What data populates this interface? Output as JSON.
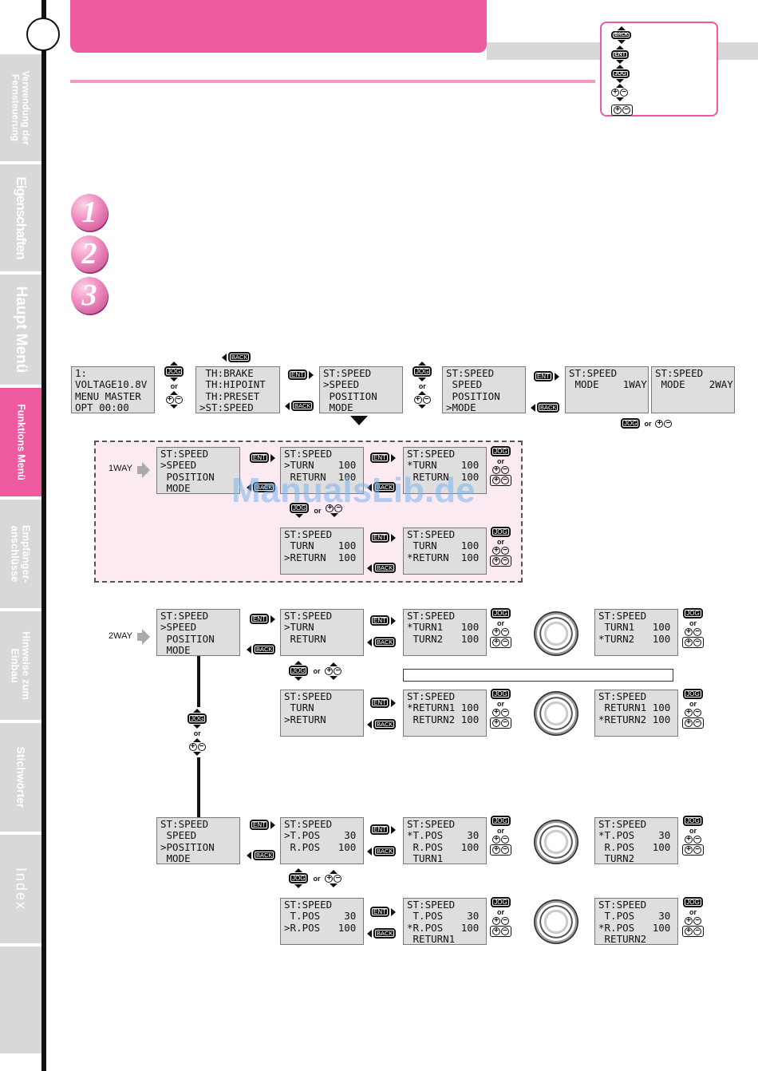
{
  "sidebar": {
    "tabs": [
      {
        "label": "Verwendung der\nFernsteuerung",
        "active": false
      },
      {
        "label": "Eigenschaften",
        "active": false
      },
      {
        "label": "Haupt Menü",
        "active": false
      },
      {
        "label": "Funktions Menü",
        "active": true
      },
      {
        "label": "Empfänger-\nanschlüsse",
        "active": false
      },
      {
        "label": "Hinweise zum\nEinbau",
        "active": false
      },
      {
        "label": "Stichwörter",
        "active": false
      },
      {
        "label": "Index",
        "active": false
      }
    ]
  },
  "steps": [
    "1",
    "2",
    "3"
  ],
  "buttons": {
    "jog": "JOG",
    "ent": "ENT",
    "back": "BACK",
    "or": "or"
  },
  "labels": {
    "oneway": "1WAY",
    "twoway": "2WAY"
  },
  "watermark": "ManualsLib.de",
  "colors": {
    "accent": "#ee5a9f",
    "lcd": "#dedede"
  },
  "lcd": {
    "main": [
      "1:",
      "VOLTAGE10.8V",
      "MENU MASTER",
      "OPT 00:00"
    ],
    "th_list": [
      " TH:BRAKE",
      " TH:HIPOINT",
      " TH:PRESET",
      ">ST:SPEED"
    ],
    "st_speed_sel": [
      "ST:SPEED",
      ">SPEED",
      " POSITION",
      " MODE"
    ],
    "st_mode_sel": [
      "ST:SPEED",
      " SPEED",
      " POSITION",
      ">MODE"
    ],
    "mode_1way": [
      "ST:SPEED",
      " MODE    1WAY"
    ],
    "mode_2way": [
      "ST:SPEED",
      " MODE    2WAY"
    ],
    "w1_menu": [
      "ST:SPEED",
      ">SPEED",
      " POSITION",
      " MODE"
    ],
    "w1_turn_sel": [
      "ST:SPEED",
      ">TURN    100",
      " RETURN  100"
    ],
    "w1_turn_edit": [
      "ST:SPEED",
      "*TURN    100",
      " RETURN  100"
    ],
    "w1_return_sel": [
      "ST:SPEED",
      " TURN    100",
      ">RETURN  100"
    ],
    "w1_return_edit": [
      "ST:SPEED",
      " TURN    100",
      "*RETURN  100"
    ],
    "w2_menu": [
      "ST:SPEED",
      ">SPEED",
      " POSITION",
      " MODE"
    ],
    "w2_turn_sel": [
      "ST:SPEED",
      ">TURN",
      " RETURN"
    ],
    "w2_turn1_edit": [
      "ST:SPEED",
      "*TURN1   100",
      " TURN2   100"
    ],
    "w2_turn2_edit": [
      "ST:SPEED",
      " TURN1   100",
      "*TURN2   100"
    ],
    "w2_return_sel": [
      "ST:SPEED",
      " TURN",
      ">RETURN"
    ],
    "w2_return1_edit": [
      "ST:SPEED",
      "*RETURN1 100",
      " RETURN2 100"
    ],
    "w2_return2_edit": [
      "ST:SPEED",
      " RETURN1 100",
      "*RETURN2 100"
    ],
    "pos_menu": [
      "ST:SPEED",
      " SPEED",
      ">POSITION",
      " MODE"
    ],
    "pos_tpos_sel": [
      "ST:SPEED",
      ">T.POS    30",
      " R.POS   100"
    ],
    "pos_tpos1_edit": [
      "ST:SPEED",
      "*T.POS    30",
      " R.POS   100",
      " TURN1"
    ],
    "pos_tpos2_edit": [
      "ST:SPEED",
      "*T.POS    30",
      " R.POS   100",
      " TURN2"
    ],
    "pos_rpos_sel": [
      "ST:SPEED",
      " T.POS    30",
      ">R.POS   100"
    ],
    "pos_rpos1_edit": [
      "ST:SPEED",
      " T.POS    30",
      "*R.POS   100",
      " RETURN1"
    ],
    "pos_rpos2_edit": [
      "ST:SPEED",
      " T.POS    30",
      "*R.POS   100",
      " RETURN2"
    ]
  }
}
